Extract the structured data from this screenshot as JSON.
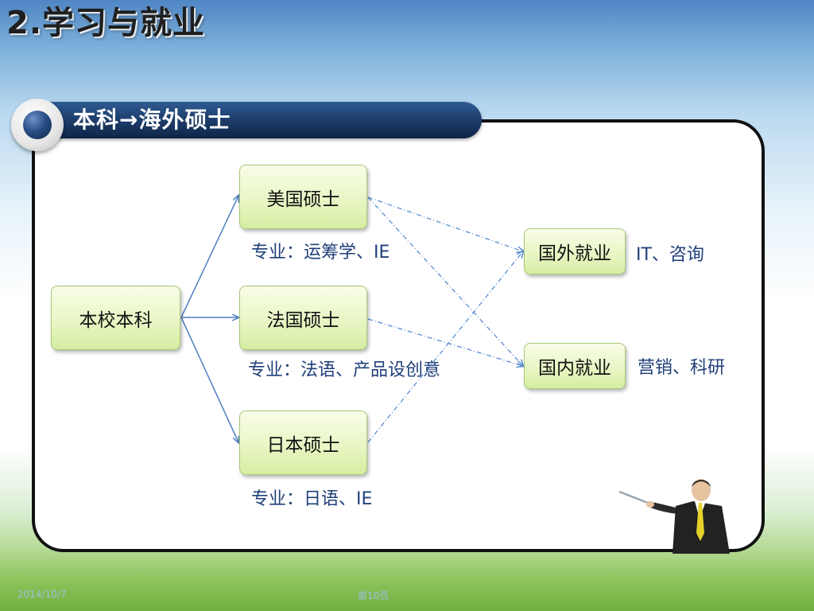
{
  "slide": {
    "title": "2.学习与就业",
    "section_title": "本科→海外硕士",
    "footer": {
      "date": "2014/10/7",
      "page": "第10页"
    }
  },
  "diagram": {
    "nodes": {
      "origin": "本校本科",
      "usa": "美国硕士",
      "france": "法国硕士",
      "japan": "日本硕士",
      "abroad_job": "国外就业",
      "domestic_job": "国内就业"
    },
    "notes": {
      "usa_major": "专业：运筹学、IE",
      "france_major": "专业：法语、产品设创意",
      "japan_major": "专业：日语、IE",
      "abroad_fields": "IT、咨询",
      "domestic_fields": "营销、科研"
    }
  },
  "colors": {
    "solid_arrow": "#4f7fbf",
    "dashed_arrow": "#5b8fd1",
    "note_text": "#1f3f7a"
  },
  "icons": [
    "presenter-figure"
  ]
}
